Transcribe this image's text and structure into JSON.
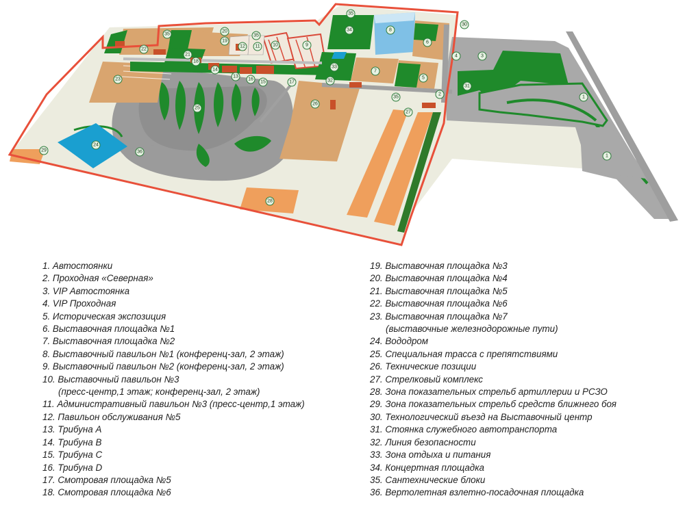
{
  "colors": {
    "background": "#ffffff",
    "site_ground": "#ececdf",
    "grass": "#1f8a2b",
    "sand": "#d9a56f",
    "road": "#a8a8a8",
    "track": "#9b9b9b",
    "boundary": "#e8503a",
    "water": "#1a9fd0",
    "building": "#c8502a",
    "marker_fill": "#e7f2e3",
    "marker_stroke": "#2c7a3a"
  },
  "markers": [
    "1",
    "1",
    "2",
    "3",
    "4",
    "5",
    "6",
    "7",
    "8",
    "9",
    "10",
    "11",
    "12",
    "13",
    "14",
    "15",
    "16",
    "17",
    "18",
    "19",
    "20",
    "21",
    "22",
    "23",
    "24",
    "25",
    "26",
    "27",
    "28",
    "29",
    "30",
    "31",
    "32",
    "33",
    "34",
    "35",
    "35",
    "35",
    "35",
    "36"
  ],
  "legend": {
    "left": [
      {
        "num": "1.",
        "text": "Автостоянки"
      },
      {
        "num": "2.",
        "text": "Проходная «Северная»"
      },
      {
        "num": "3.",
        "text": "VIP Автостоянка"
      },
      {
        "num": "4.",
        "text": "VIP Проходная"
      },
      {
        "num": "5.",
        "text": "Историческая экспозиция"
      },
      {
        "num": "6.",
        "text": "Выставочная площадка №1"
      },
      {
        "num": "7.",
        "text": "Выставочная площадка №2"
      },
      {
        "num": "8.",
        "text": "Выставочный павильон №1 (конференц-зал, 2 этаж)"
      },
      {
        "num": "9.",
        "text": "Выставочный павильон №2 (конференц-зал, 2 этаж)"
      },
      {
        "num": "10.",
        "text": "Выставочный павильон №3",
        "cont": "(пресс-центр,1 этаж; конференц-зал, 2 этаж)"
      },
      {
        "num": "11.",
        "text": "Административный павильон №3 (пресс-центр,1 этаж)"
      },
      {
        "num": "12.",
        "text": "Павильон обслуживания №5"
      },
      {
        "num": "13.",
        "text": "Трибуна A"
      },
      {
        "num": "14.",
        "text": "Трибуна B"
      },
      {
        "num": "15.",
        "text": "Трибуна C"
      },
      {
        "num": "16.",
        "text": "Трибуна D"
      },
      {
        "num": "17.",
        "text": "Смотровая площадка №5"
      },
      {
        "num": "18.",
        "text": "Смотровая площадка №6"
      }
    ],
    "right": [
      {
        "num": "19.",
        "text": "Выставочная площадка №3"
      },
      {
        "num": "20.",
        "text": "Выставочная площадка №4"
      },
      {
        "num": "21.",
        "text": "Выставочная площадка №5"
      },
      {
        "num": "22.",
        "text": "Выставочная площадка №6"
      },
      {
        "num": "23.",
        "text": "Выставочная площадка №7",
        "cont": "(выставочные железнодорожные пути)"
      },
      {
        "num": "24.",
        "text": "Вододром"
      },
      {
        "num": "25.",
        "text": "Специальная трасса с препятствиями"
      },
      {
        "num": "26.",
        "text": "Технические позиции"
      },
      {
        "num": "27.",
        "text": "Стрелковый комплекс"
      },
      {
        "num": "28.",
        "text": "Зона показательных стрельб артиллерии и РСЗО"
      },
      {
        "num": "29.",
        "text": "Зона показательных стрельб средств ближнего боя"
      },
      {
        "num": "30.",
        "text": "Технологический въезд на Выставочный центр"
      },
      {
        "num": "31.",
        "text": "Стоянка служебного автотранспорта"
      },
      {
        "num": "32.",
        "text": "Линия безопасности"
      },
      {
        "num": "33.",
        "text": "Зона отдыха и питания"
      },
      {
        "num": "34.",
        "text": "Концертная площадка"
      },
      {
        "num": "35.",
        "text": "Сантехнические блоки"
      },
      {
        "num": "36.",
        "text": "Вертолетная взлетно-посадочная площадка"
      }
    ]
  }
}
